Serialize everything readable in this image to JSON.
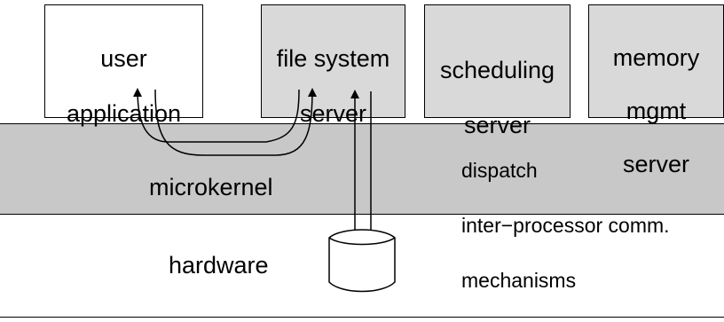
{
  "servers": {
    "user_application": {
      "lines": [
        "user",
        "application"
      ]
    },
    "file_system": {
      "lines": [
        "file system",
        "server"
      ]
    },
    "scheduling": {
      "lines": [
        "scheduling",
        "server"
      ]
    },
    "memory_mgmt": {
      "lines": [
        "memory",
        "mgmt",
        "server"
      ]
    }
  },
  "microkernel": {
    "label": "microkernel",
    "features": [
      "dispatch",
      "inter−processor comm.",
      "mechanisms"
    ]
  },
  "hardware": {
    "label": "hardware"
  },
  "colors": {
    "server_fill": "#d9d9d9",
    "microkernel_fill": "#c8c8c8",
    "app_fill": "#ffffff",
    "stroke": "#000000"
  }
}
